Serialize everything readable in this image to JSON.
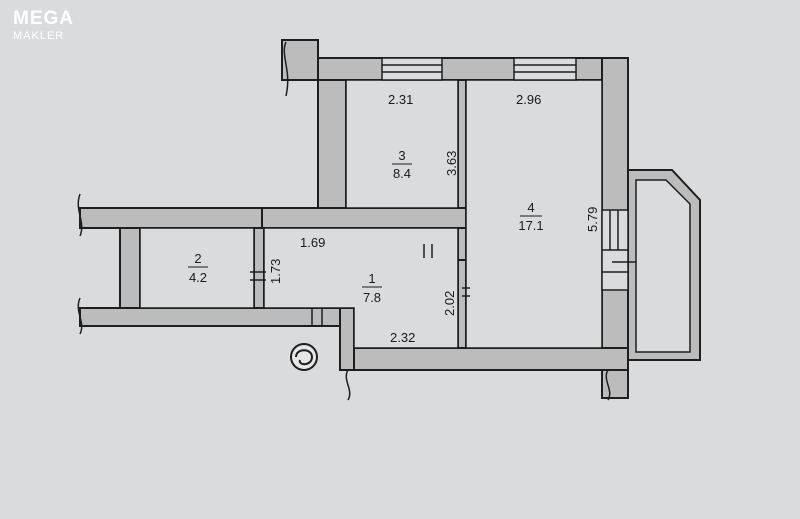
{
  "brand": {
    "line1": "MEGA",
    "line2": "MAKLER"
  },
  "colors": {
    "background": "#d9dbdc",
    "wall_fill": "#bcbcbc",
    "wall_stroke": "#1e1e1e",
    "text": "#1a1a1a",
    "logo": "#ffffff"
  },
  "rooms": [
    {
      "number": "1",
      "area": "7.8"
    },
    {
      "number": "2",
      "area": "4.2"
    },
    {
      "number": "3",
      "area": "8.4"
    },
    {
      "number": "4",
      "area": "17.1"
    }
  ],
  "dimensions": {
    "room3_width": "2.31",
    "room3_depth": "3.63",
    "room4_width": "2.96",
    "room4_depth": "5.79",
    "hall_top": "1.69",
    "hall_side": "2.02",
    "hall_bottom": "2.32",
    "bath_height": "1.73"
  },
  "icons": {
    "shaft": "ventilation-shaft-icon"
  }
}
